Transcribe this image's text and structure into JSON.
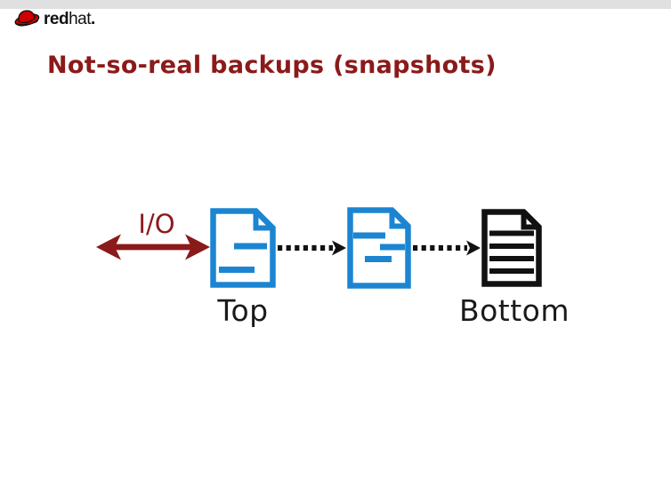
{
  "colors": {
    "accent_red": "#8B1A1A",
    "doc_blue": "#1B85D2",
    "ink": "#111111",
    "topbar_gray": "#E0E0E0",
    "logo_red": "#CC0000"
  },
  "header": {
    "logo": {
      "brand_bold": "red",
      "brand_light": "hat",
      "suffix": "."
    }
  },
  "slide": {
    "title": "Not-so-real backups (snapshots)"
  },
  "diagram": {
    "io_label": "I/O",
    "nodes": [
      {
        "id": "top",
        "label": "Top",
        "type": "snapshot-document",
        "line_count": 2
      },
      {
        "id": "middle",
        "label": "",
        "type": "snapshot-document",
        "line_count": 3
      },
      {
        "id": "bottom",
        "label": "Bottom",
        "type": "full-document",
        "line_count": 4
      }
    ]
  }
}
